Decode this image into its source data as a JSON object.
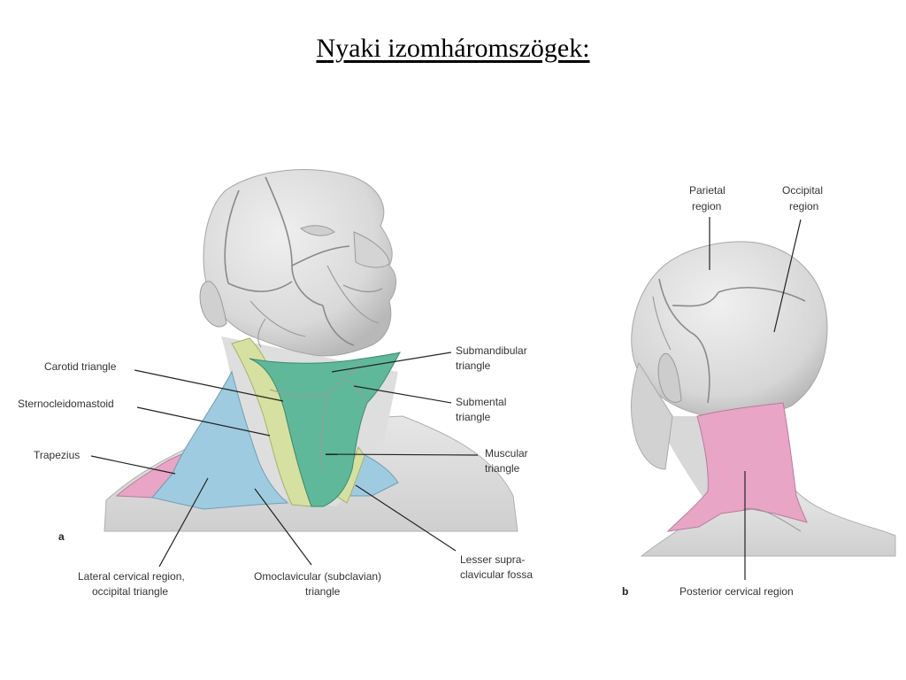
{
  "title": "Nyaki izomháromszögek:",
  "figure_a": {
    "panel_letter": "a",
    "labels": {
      "carotid": "Carotid triangle",
      "sternocleidomastoid": "Sternocleidomastoid",
      "trapezius": "Trapezius",
      "submandibular_1": "Submandibular",
      "submandibular_2": "triangle",
      "submental_1": "Submental",
      "submental_2": "triangle",
      "muscular_1": "Muscular",
      "muscular_2": "triangle",
      "lesser_1": "Lesser supra-",
      "lesser_2": "clavicular fossa",
      "lateral_1": "Lateral cervical region,",
      "lateral_2": "occipital triangle",
      "omoclavicular_1": "Omoclavicular (subclavian)",
      "omoclavicular_2": "triangle"
    }
  },
  "figure_b": {
    "panel_letter": "b",
    "labels": {
      "parietal_1": "Parietal",
      "parietal_2": "region",
      "occipital_1": "Occipital",
      "occipital_2": "region",
      "posterior": "Posterior cervical region"
    }
  },
  "colors": {
    "skin": "#e3e3e3",
    "skin_shadow": "#c9c9c9",
    "green": "#5fb89a",
    "yellow_scm": "#d6e0a0",
    "blue": "#9fcbe0",
    "pink": "#e8a5c6"
  }
}
